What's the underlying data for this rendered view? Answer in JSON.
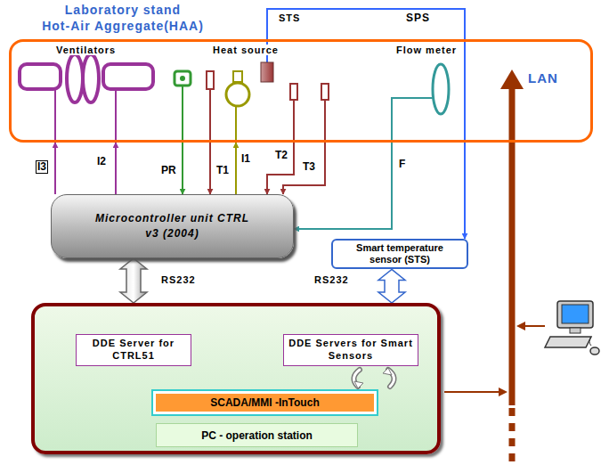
{
  "diagram": {
    "nodes": [
      {
        "text": [
          "Laboratory stand",
          "Hot-Air Aggregate(HAA)"
        ]
      },
      {
        "text": [
          "Microcontroller unit CTRL v3 (2004)"
        ]
      },
      {
        "text": [
          "Smart temperature sensor (STS)"
        ]
      },
      {
        "text": [
          "PC - operation station"
        ]
      },
      {
        "text": [
          "DDE Server for CTRL51"
        ],
        "in": 3
      },
      {
        "text": [
          "DDE Servers for Smart Sensors"
        ],
        "in": 3
      },
      {
        "text": [
          "SCADA/MMI -InTouch"
        ],
        "in": 3
      }
    ],
    "edges": [
      {
        "from": 1,
        "to": 0,
        "label": "I3",
        "arrow": "to"
      },
      {
        "from": 1,
        "to": 0,
        "label": "I2",
        "arrow": "to"
      },
      {
        "from": 0,
        "to": 1,
        "label": "PR",
        "arrow": "to"
      },
      {
        "from": 0,
        "to": 1,
        "label": "T1",
        "arrow": "to"
      },
      {
        "from": 1,
        "to": 0,
        "label": "I1",
        "arrow": "to"
      },
      {
        "from": 0,
        "to": 1,
        "label": "T2",
        "arrow": "to"
      },
      {
        "from": 0,
        "to": 1,
        "label": "T3",
        "arrow": "to"
      },
      {
        "from": 0,
        "to": 1,
        "label": "F",
        "arrow": "to"
      },
      {
        "from": 0,
        "to": 2,
        "label": "SPS",
        "arrow": "to"
      },
      {
        "from": 1,
        "to": 3,
        "label": "RS232",
        "arrow": "both"
      },
      {
        "from": 2,
        "to": 3,
        "label": "RS232",
        "arrow": "both"
      }
    ],
    "labels": [
      "Ventilators",
      "Heat source",
      "Flow meter",
      "STS",
      "LAN"
    ]
  }
}
